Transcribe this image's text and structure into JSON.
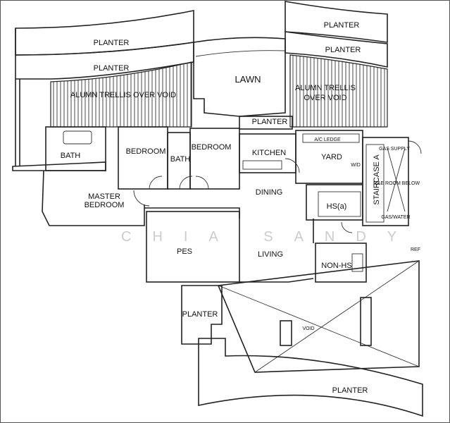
{
  "plan": {
    "labels": {
      "planter_tl1": "PLANTER",
      "planter_tl2": "PLANTER",
      "trellis_left": "ALUMN TRELLIS OVER VOID",
      "lawn": "LAWN",
      "planter_tr1": "PLANTER",
      "planter_tr2": "PLANTER",
      "trellis_right_1": "ALUMN TRELLIS",
      "trellis_right_2": "OVER VOID",
      "planter_mid": "PLANTER",
      "master_bath": "BATH",
      "bedroom_1": "BEDROOM",
      "bath_2": "BATH",
      "bedroom_2": "BEDROOM",
      "kitchen": "KITCHEN",
      "ac_ledge": "A/C LEDGE",
      "yard": "YARD",
      "wd": "W/D",
      "hs_a": "HS(a)",
      "staircase": "STAIRCASE A",
      "gas_supply": "GAS SUPPLY",
      "me_room": "M&E ROOM BELOW",
      "gas_water": "GAS/WATER",
      "master_bedroom_1": "MASTER",
      "master_bedroom_2": "BEDROOM",
      "dining": "DINING",
      "pes": "PES",
      "living": "LIVING",
      "non_hs": "NON-HS",
      "planter_low": "PLANTER",
      "void": "VOID",
      "planter_bottom": "PLANTER",
      "ref": "REF"
    },
    "watermark": "CHIA SANDY"
  }
}
